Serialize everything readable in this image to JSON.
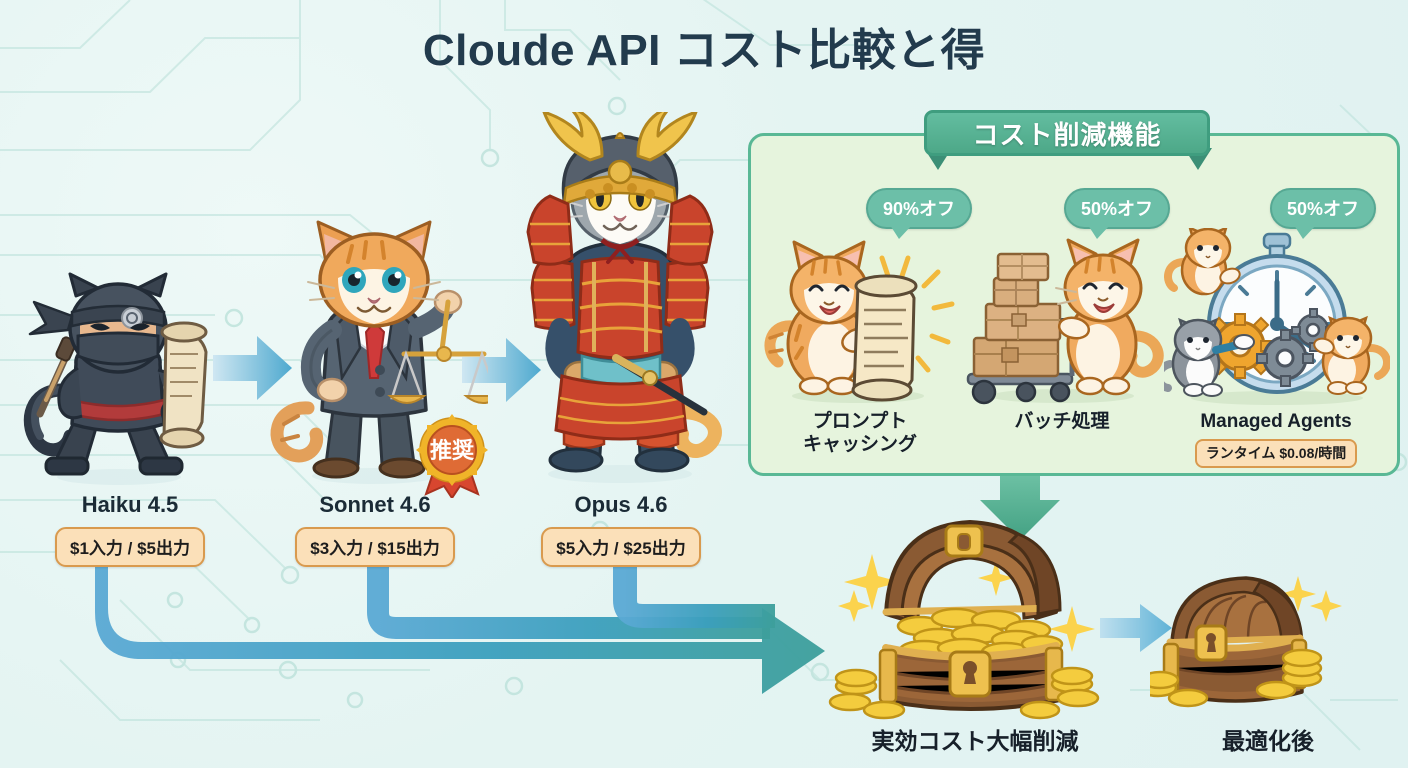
{
  "page": {
    "title": "Cloude API コスト比較と得",
    "bg_color": "#e6f5f3",
    "accent_teal": "#4da888",
    "accent_blue": "#5aa9cf",
    "badge_bg": "#fbe0b9",
    "badge_border": "#d99a4e"
  },
  "models": [
    {
      "name": "Haiku 4.5",
      "price": "$1入力 / $5出力",
      "character": "ninja-cat",
      "recommended": false
    },
    {
      "name": "Sonnet 4.6",
      "price": "$3入力 / $15出力",
      "character": "businessman-cat-with-scales",
      "recommended": true,
      "badge_text": "推奨"
    },
    {
      "name": "Opus 4.6",
      "price": "$5入力 / $25出力",
      "character": "samurai-cat",
      "recommended": false
    }
  ],
  "panel": {
    "banner_title": "コスト削減機能",
    "features": [
      {
        "label": "プロンプト\nキャッシング",
        "discount": "90%オフ",
        "illustration": "cat-with-scroll"
      },
      {
        "label": "バッチ処理",
        "discount": "50%オフ",
        "illustration": "cat-with-boxes-cart"
      },
      {
        "label": "Managed Agents",
        "discount": "50%オフ",
        "illustration": "cats-with-stopwatch-gears",
        "runtime_badge": "ランタイム $0.08/時間"
      }
    ]
  },
  "outcomes": [
    {
      "label": "実効コスト大幅削減",
      "illustration": "open-treasure-chest"
    },
    {
      "label": "最適化後",
      "illustration": "closed-treasure-chest"
    }
  ]
}
